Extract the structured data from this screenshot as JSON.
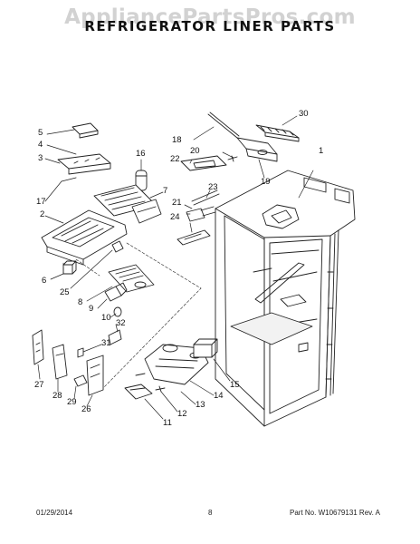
{
  "watermark": "AppliancePartsPros.com",
  "title": "REFRIGERATOR LINER PARTS",
  "callouts": [
    {
      "id": "c5",
      "text": "5"
    },
    {
      "id": "c4",
      "text": "4"
    },
    {
      "id": "c3",
      "text": "3"
    },
    {
      "id": "c17",
      "text": "17"
    },
    {
      "id": "c2",
      "text": "2"
    },
    {
      "id": "c16",
      "text": "16"
    },
    {
      "id": "c7",
      "text": "7"
    },
    {
      "id": "c6",
      "text": "6"
    },
    {
      "id": "c25",
      "text": "25"
    },
    {
      "id": "c8",
      "text": "8"
    },
    {
      "id": "c9",
      "text": "9"
    },
    {
      "id": "c10",
      "text": "10"
    },
    {
      "id": "c32",
      "text": "32"
    },
    {
      "id": "c31",
      "text": "31"
    },
    {
      "id": "c27",
      "text": "27"
    },
    {
      "id": "c28",
      "text": "28"
    },
    {
      "id": "c29",
      "text": "29"
    },
    {
      "id": "c26",
      "text": "26"
    },
    {
      "id": "c30",
      "text": "30"
    },
    {
      "id": "c18",
      "text": "18"
    },
    {
      "id": "c20",
      "text": "20"
    },
    {
      "id": "c22",
      "text": "22"
    },
    {
      "id": "c19",
      "text": "19"
    },
    {
      "id": "c1",
      "text": "1"
    },
    {
      "id": "c23",
      "text": "23"
    },
    {
      "id": "c21",
      "text": "21"
    },
    {
      "id": "c24",
      "text": "24"
    },
    {
      "id": "c15",
      "text": "15"
    },
    {
      "id": "c14",
      "text": "14"
    },
    {
      "id": "c13",
      "text": "13"
    },
    {
      "id": "c12",
      "text": "12"
    },
    {
      "id": "c11",
      "text": "11"
    }
  ],
  "footer": {
    "date": "01/29/2014",
    "page": "8",
    "part_no": "Part No. W10679131  Rev. A"
  }
}
